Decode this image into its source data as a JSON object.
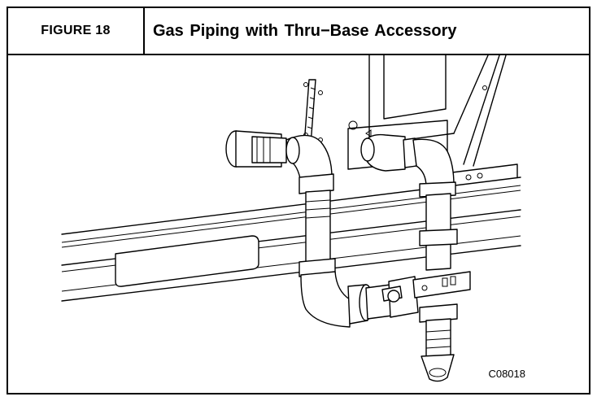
{
  "figure": {
    "label": "FIGURE 18",
    "title": "Gas  Piping with Thru−Base Accessory",
    "drawing_code": "C08018"
  }
}
